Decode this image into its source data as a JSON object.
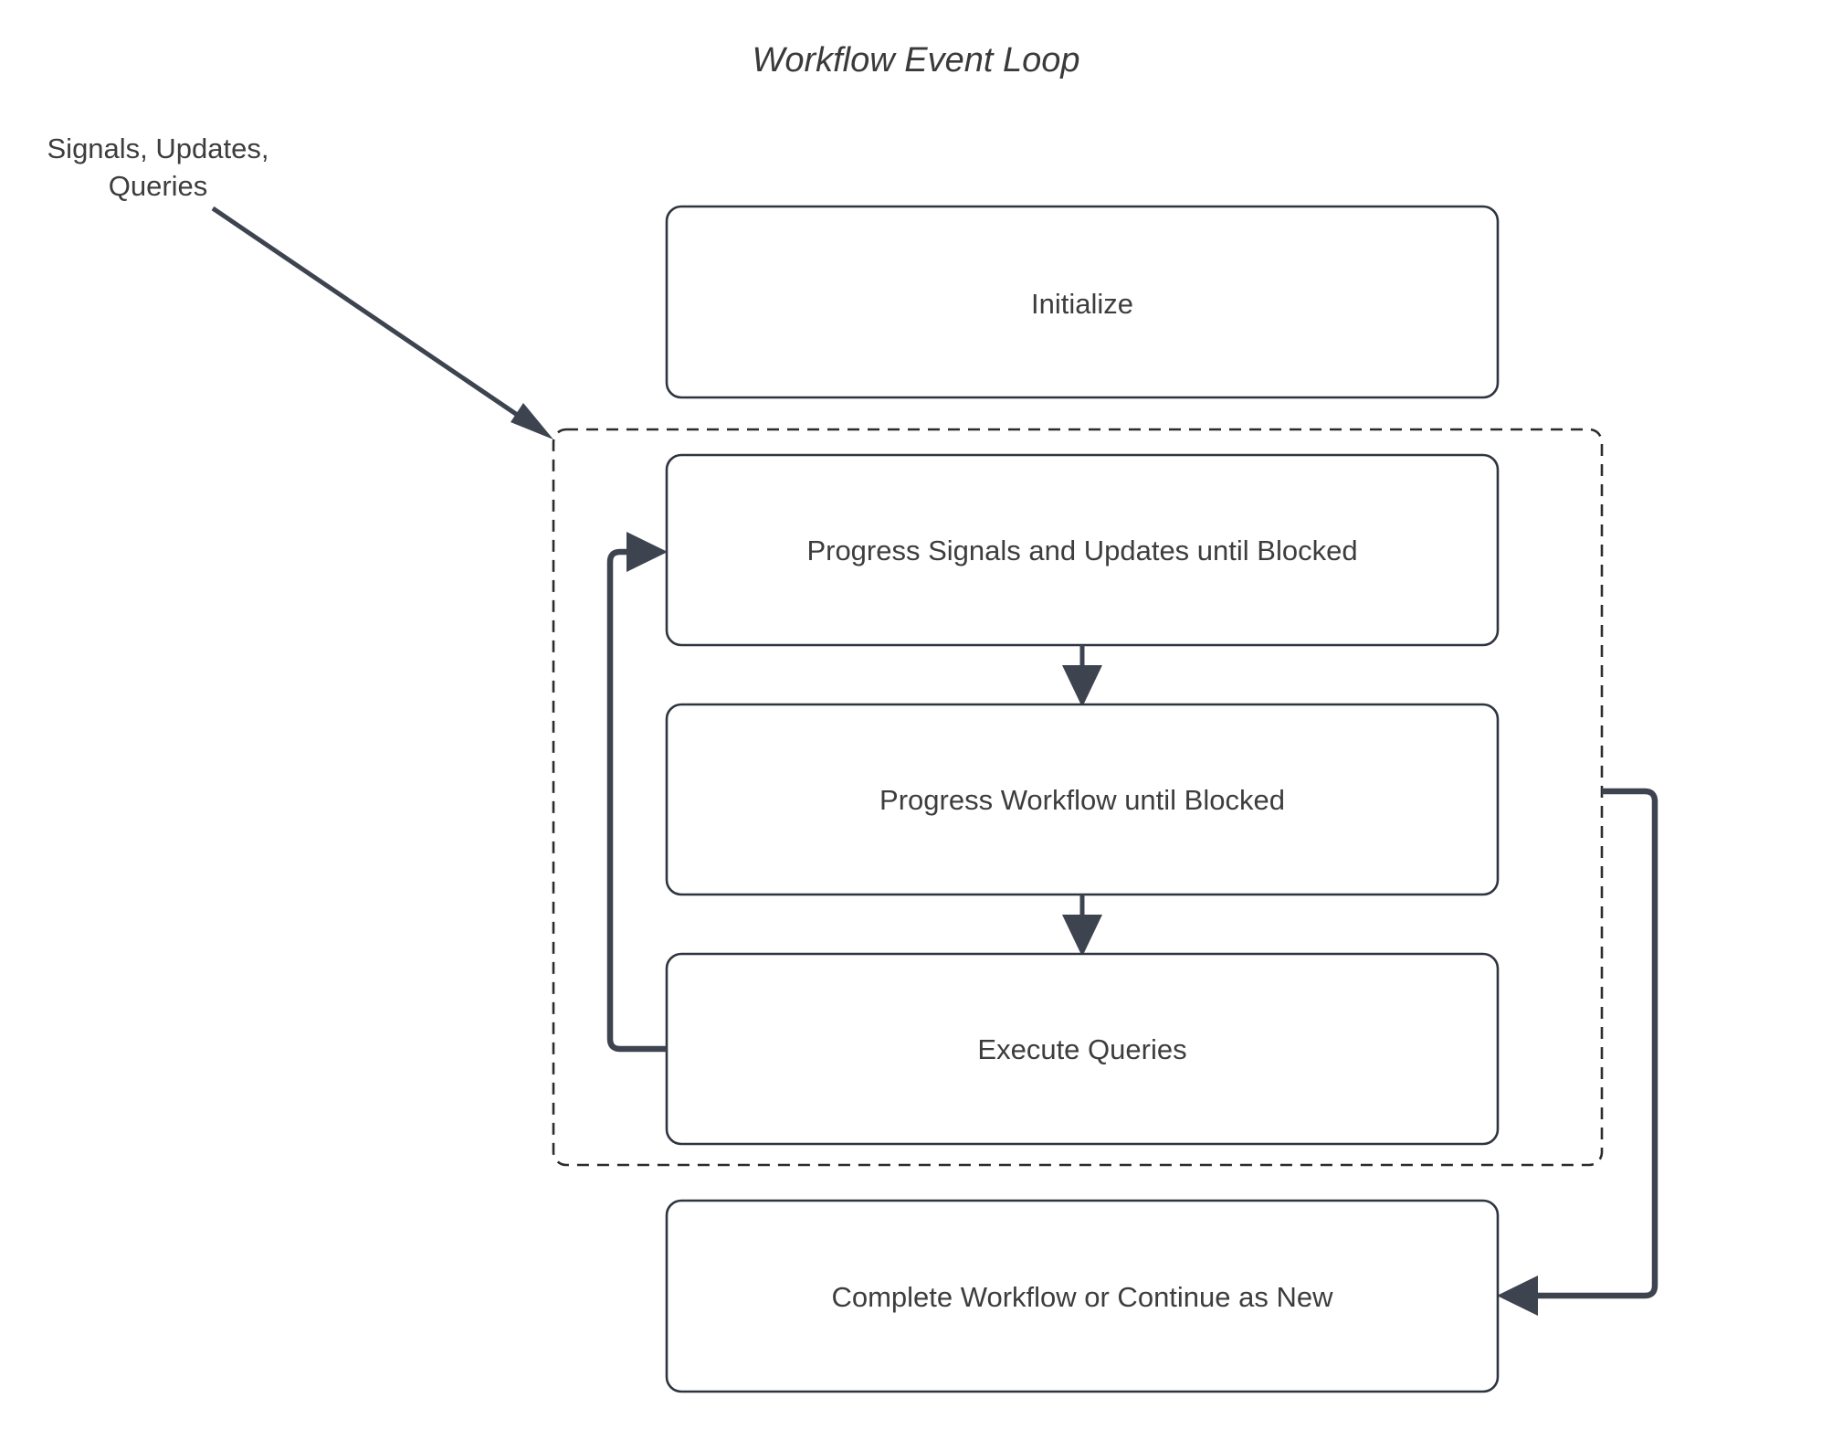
{
  "diagram": {
    "title": "Workflow Event Loop",
    "type": "flowchart",
    "background_color": "#ffffff",
    "line_color": "#3d434f",
    "text_color": "#3d3d3d",
    "box_border_color": "#2f3540",
    "group_border_color": "#2b2b2b",
    "external_label": {
      "line1": "Signals, Updates,",
      "line2": "Queries"
    },
    "nodes": [
      {
        "id": "initialize",
        "label": "Initialize"
      },
      {
        "id": "progress-signals",
        "label": "Progress Signals and Updates until Blocked"
      },
      {
        "id": "progress-workflow",
        "label": "Progress Workflow until Blocked"
      },
      {
        "id": "execute-queries",
        "label": "Execute Queries"
      },
      {
        "id": "complete-workflow",
        "label": "Complete Workflow or Continue as New"
      }
    ],
    "group": {
      "id": "event-loop-group",
      "style": "dashed",
      "members": [
        "progress-signals",
        "progress-workflow",
        "execute-queries"
      ]
    },
    "edges": [
      {
        "from": "external-input",
        "to": "event-loop-group",
        "style": "diagonal-arrow"
      },
      {
        "from": "progress-signals",
        "to": "progress-workflow",
        "style": "vertical-arrow"
      },
      {
        "from": "progress-workflow",
        "to": "execute-queries",
        "style": "vertical-arrow"
      },
      {
        "from": "execute-queries",
        "to": "progress-signals",
        "style": "loop-back-left"
      },
      {
        "from": "event-loop-group",
        "to": "complete-workflow",
        "style": "loop-right"
      }
    ]
  }
}
